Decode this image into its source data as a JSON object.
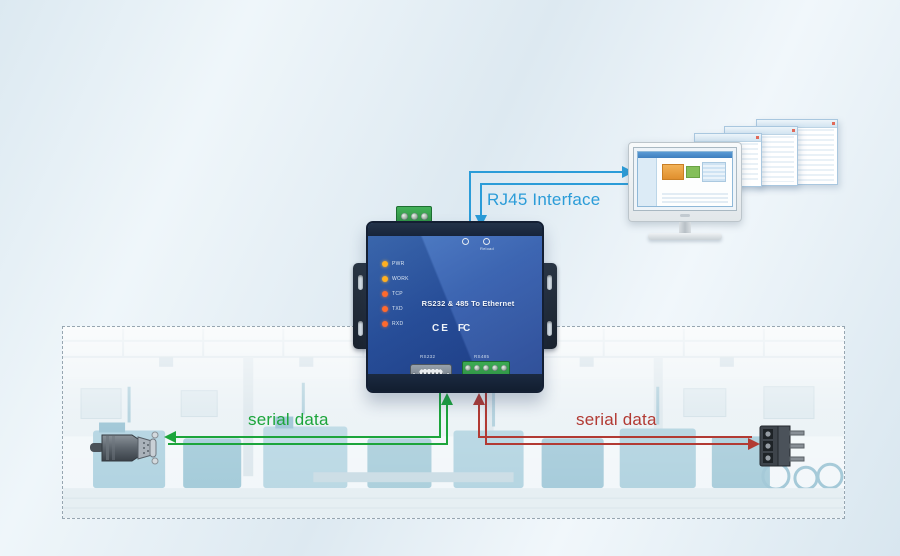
{
  "diagram": {
    "rj45_label": "RJ45 Interface",
    "serial_left_label": "serial data",
    "serial_right_label": "serial data"
  },
  "device": {
    "title": "RS232 & 485 To Ethernet",
    "reload_label": "Reload",
    "leds": [
      {
        "label": "PWR"
      },
      {
        "label": "WORK"
      },
      {
        "label": "TCP"
      },
      {
        "label": "TXD"
      },
      {
        "label": "RXD"
      }
    ],
    "cert_marks": [
      "CE",
      "FC"
    ],
    "ports": {
      "db9": "RS232",
      "terminal": "RS485"
    }
  },
  "colors": {
    "ethernet_arrow": "#2b9cd8",
    "serial_arrow_green": "#1ca53b",
    "serial_arrow_red": "#b23a33",
    "device_panel": "#2d59ac",
    "terminal_green": "#38a84e"
  }
}
